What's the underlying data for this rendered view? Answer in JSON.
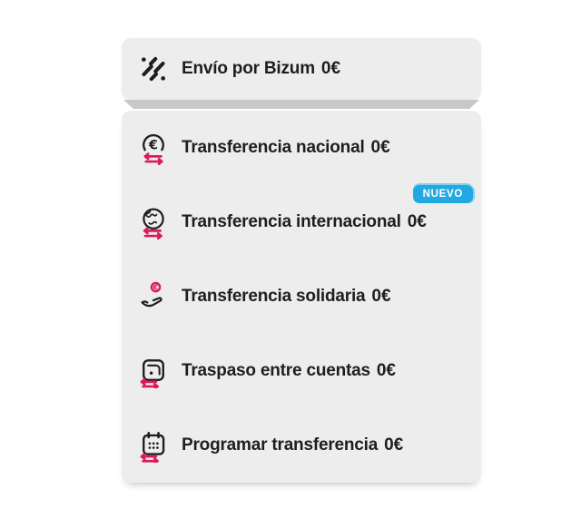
{
  "colors": {
    "page_background": "#ffffff",
    "card_background": "#ededed",
    "text": "#1e1e1e",
    "accent_pink": "#d91a5c",
    "badge_blue": "#22a9e1",
    "badge_text": "#ffffff",
    "card_bevel_gray": "#c8c8c8"
  },
  "bizum_card": {
    "icon": "bizum-icon",
    "label": "Envío por Bizum",
    "price": "0€"
  },
  "transfer_card": {
    "items": [
      {
        "icon": "national-transfer-icon",
        "label": "Transferencia nacional",
        "price": "0€"
      },
      {
        "icon": "international-transfer-icon",
        "label": "Transferencia internacional",
        "price": "0€",
        "badge": "NUEVO"
      },
      {
        "icon": "solidarity-transfer-icon",
        "label": "Transferencia solidaria",
        "price": "0€"
      },
      {
        "icon": "between-accounts-icon",
        "label": "Traspaso entre cuentas",
        "price": "0€"
      },
      {
        "icon": "schedule-transfer-icon",
        "label": "Programar transferencia",
        "price": "0€"
      }
    ]
  }
}
